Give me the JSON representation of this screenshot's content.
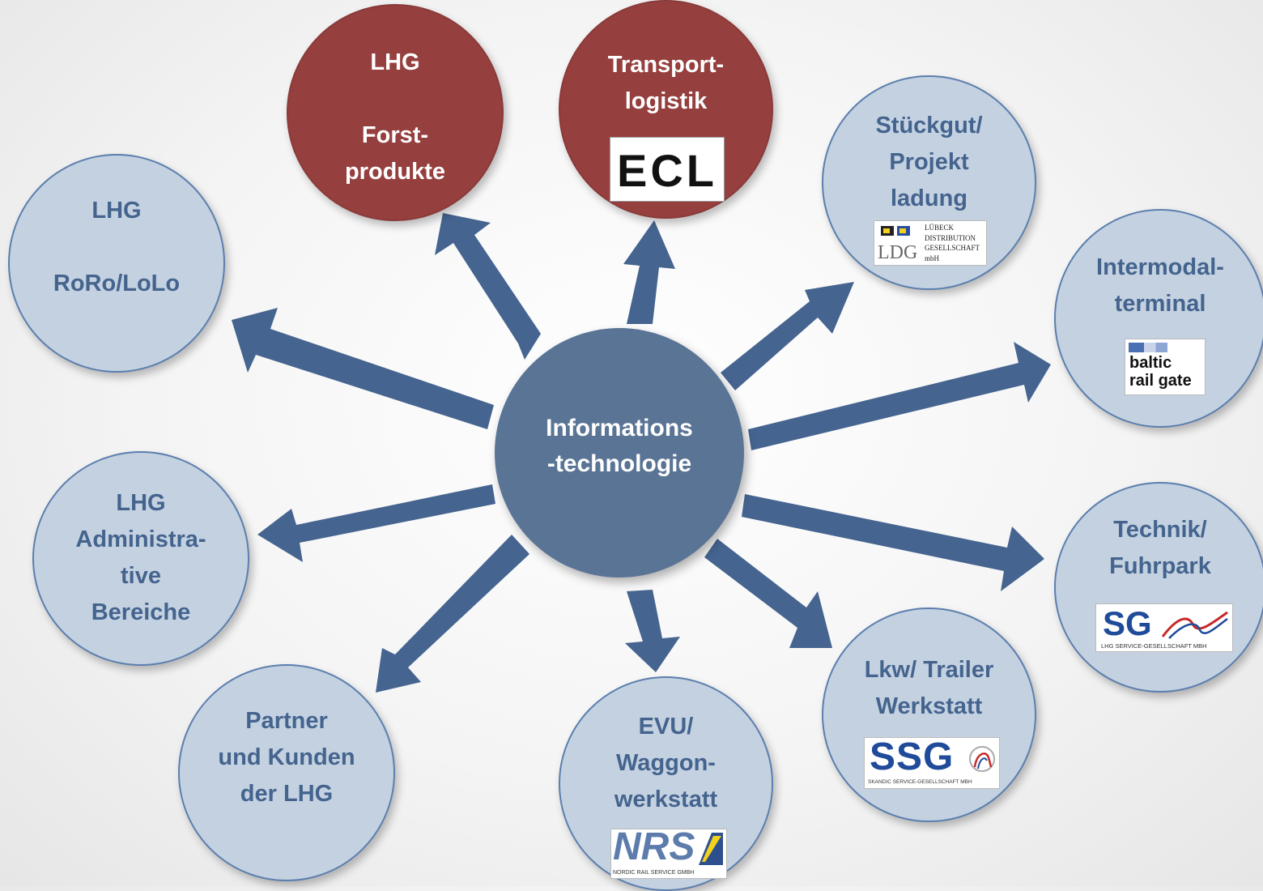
{
  "center": {
    "label": "Informations\n-technologie"
  },
  "nodes": [
    {
      "id": "lhg-forst",
      "label": "LHG\n\nForst-\nprodukte",
      "style": "red"
    },
    {
      "id": "transportlogistik",
      "label": "Transport-\nlogistik",
      "style": "red",
      "logo": {
        "name": "ecl-logo",
        "text": "ECL"
      }
    },
    {
      "id": "stueckgut",
      "label": "Stückgut/\nProjekt\nladung",
      "logo": {
        "name": "ldg-logo",
        "mark": "LDG",
        "text": "LÜBECK\nDISTRIBUTION\nGESELLSCHAFT\nmbH"
      }
    },
    {
      "id": "intermodal",
      "label": "Intermodal-\nterminal",
      "logo": {
        "name": "baltic-rail-gate-logo",
        "text": "baltic\nrail gate"
      }
    },
    {
      "id": "technik",
      "label": "Technik/\nFuhrpark",
      "logo": {
        "name": "sg-logo",
        "text": "SG",
        "subtext": "LHG SERVICE-GESELLSCHAFT MBH"
      }
    },
    {
      "id": "lkw",
      "label": "Lkw/ Trailer\nWerkstatt",
      "logo": {
        "name": "ssg-logo",
        "text": "SSG",
        "subtext": "SKANDIC SERVICE-GESELLSCHAFT MBH"
      }
    },
    {
      "id": "evu",
      "label": "EVU/\nWaggon-\nwerkstatt",
      "logo": {
        "name": "nrs-logo",
        "text": "NRS",
        "subtext": "NORDIC RAIL SERVICE GMBH"
      }
    },
    {
      "id": "partner",
      "label": "Partner\nund Kunden\nder LHG"
    },
    {
      "id": "administrative",
      "label": "LHG\nAdministra-\ntive\nBereiche"
    },
    {
      "id": "roro",
      "label": "LHG\n\nRoRo/LoLo"
    }
  ],
  "colors": {
    "arrow": "#45648f",
    "node_fill": "#c4d1e1",
    "node_border": "#5c7fae",
    "node_text": "#44648e",
    "red_node": "#953f3e",
    "center_fill": "#5a7495"
  }
}
